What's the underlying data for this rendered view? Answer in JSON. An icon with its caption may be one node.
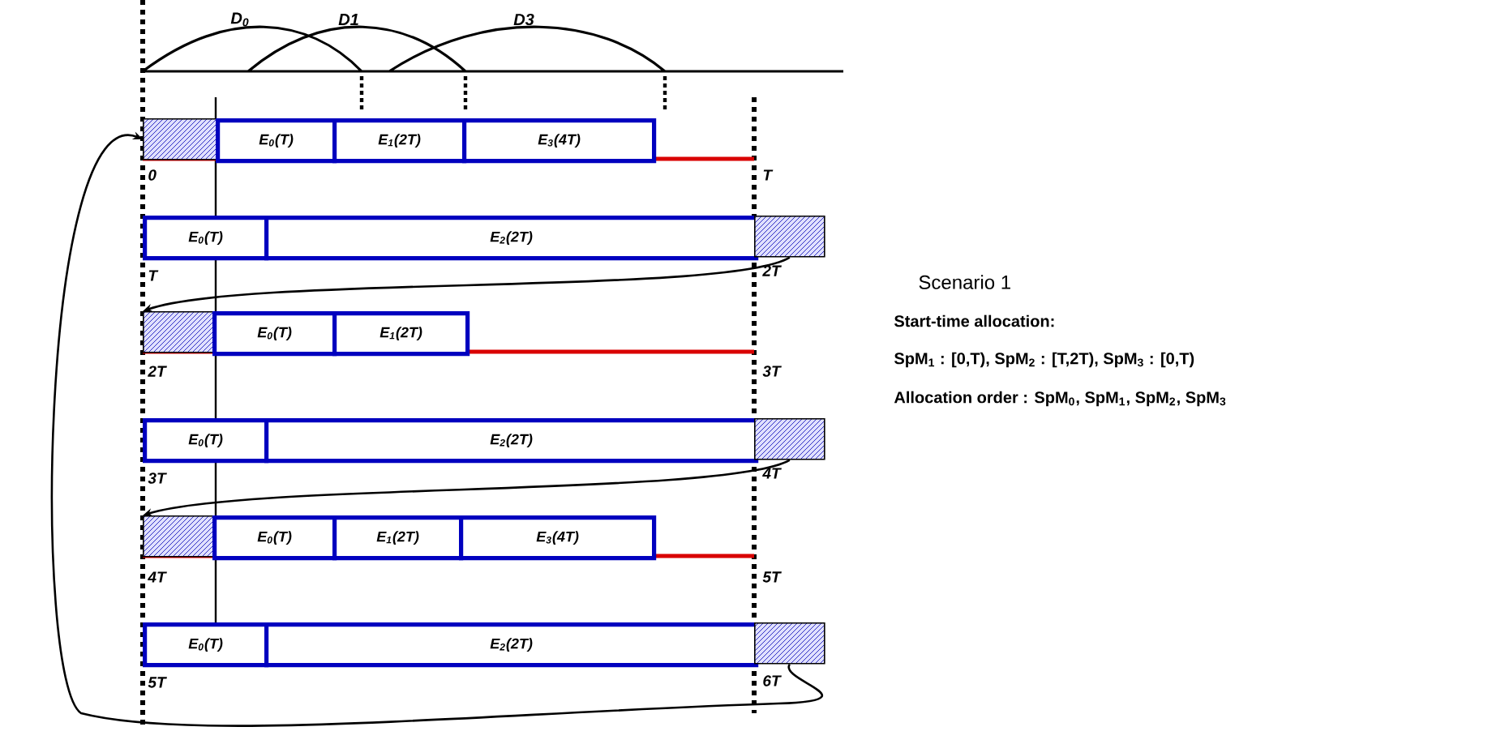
{
  "diagram": {
    "title": "Scenario 1",
    "nodes": [
      {
        "text": [],
        "shape": "box"
      },
      {
        "text": [
          "E$_{0}$(T)"
        ]
      },
      {
        "text": [
          "E$_{1}$(2T)"
        ]
      },
      {
        "text": [
          "E$_{3}$(4T)"
        ]
      },
      {
        "text": [
          "E$_{0}$(T)"
        ]
      },
      {
        "text": [
          "E$_{2}$(2T)"
        ]
      },
      {
        "text": [],
        "shape": "box"
      },
      {
        "text": [],
        "shape": "box"
      },
      {
        "text": [
          "E$_{0}$(T)"
        ]
      },
      {
        "text": [
          "E$_{1}$(2T)"
        ]
      },
      {
        "text": [
          "E$_{0}$(T)"
        ]
      },
      {
        "text": [
          "E$_{2}$(2T)"
        ]
      },
      {
        "text": [],
        "shape": "box"
      },
      {
        "text": [],
        "shape": "box"
      },
      {
        "text": [
          "E$_{0}$(T)"
        ]
      },
      {
        "text": [
          "E$_{1}$(2T)"
        ]
      },
      {
        "text": [
          "E$_{3}$(4T)"
        ]
      },
      {
        "text": [
          "E$_{0}$(T)"
        ]
      },
      {
        "text": [
          "E$_{2}$(2T)"
        ]
      },
      {
        "text": [],
        "shape": "box"
      }
    ],
    "edges": [
      {
        "from": 6,
        "to": 7,
        "arrow": "to"
      },
      {
        "from": 12,
        "to": 13,
        "arrow": "to"
      },
      {
        "from": 19,
        "to": 0,
        "arrow": "to"
      }
    ],
    "labels": [
      "D$_{0}$",
      "D1",
      "D3",
      "0",
      "T",
      "T",
      "2T",
      "2T",
      "3T",
      "3T",
      "4T",
      "4T",
      "5T",
      "5T",
      "6T",
      "Start-time allocation:",
      "SpM$_{1}$ : [0,T), SpM$_{2}$ : [T,2T), SpM$_{3}$ : [0,T)",
      "Allocation order : SpM$_{0}$, SpM$_{1}$, SpM$_{2}$, SpM$_{3}$"
    ]
  }
}
